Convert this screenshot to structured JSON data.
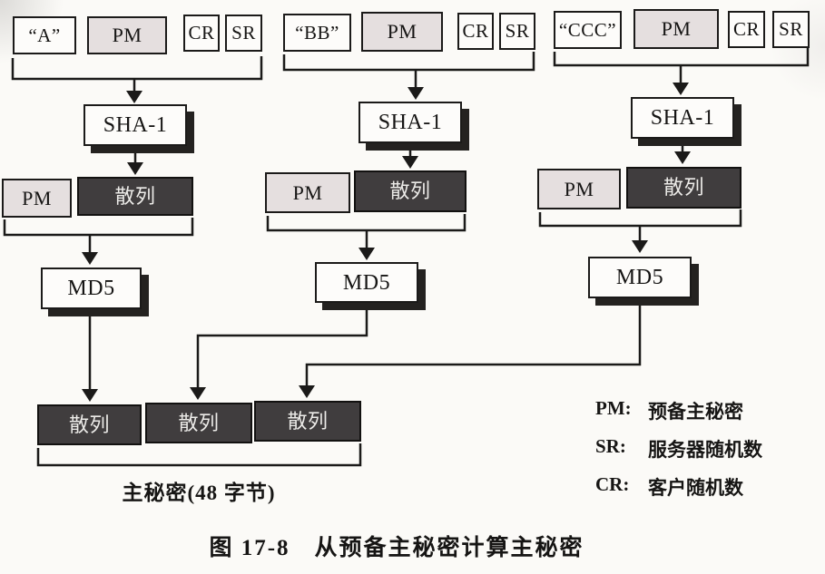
{
  "diagram": {
    "columns": [
      {
        "string_label": "“A”",
        "pm": "PM",
        "cr": "CR",
        "sr": "SR",
        "stage1": "SHA-1",
        "pm_out": "PM",
        "hash_out": "散列",
        "stage2": "MD5"
      },
      {
        "string_label": "“BB”",
        "pm": "PM",
        "cr": "CR",
        "sr": "SR",
        "stage1": "SHA-1",
        "pm_out": "PM",
        "hash_out": "散列",
        "stage2": "MD5"
      },
      {
        "string_label": "“CCC”",
        "pm": "PM",
        "cr": "CR",
        "sr": "SR",
        "stage1": "SHA-1",
        "pm_out": "PM",
        "hash_out": "散列",
        "stage2": "MD5"
      }
    ],
    "output": {
      "segments": [
        "散列",
        "散列",
        "散列"
      ],
      "label": "主秘密(48 字节)"
    },
    "legend": [
      {
        "abbr": "PM:",
        "meaning": "预备主秘密"
      },
      {
        "abbr": "SR:",
        "meaning": "服务器随机数"
      },
      {
        "abbr": "CR:",
        "meaning": "客户随机数"
      }
    ],
    "caption": "图 17-8　从预备主秘密计算主秘密"
  },
  "colors": {
    "paper": "#fbfaf7",
    "box_border": "#1b1a19",
    "pm_fill": "#e5dfdf",
    "dark_fill": "#403d3e",
    "dark_text": "#ecebe8",
    "shadow": "#242220",
    "line": "#1b1a19"
  }
}
